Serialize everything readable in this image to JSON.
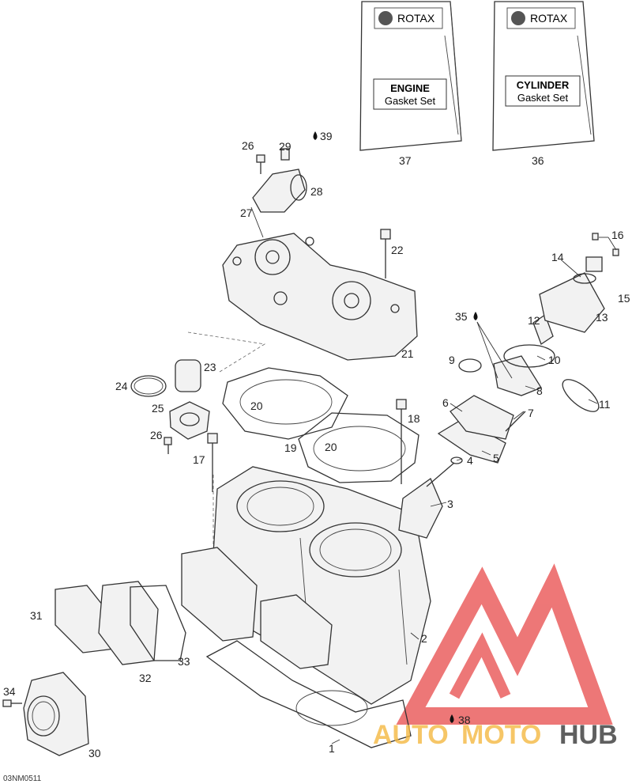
{
  "diagram_code": "03NM0511",
  "kits": [
    {
      "brand": "ROTAX",
      "title": "ENGINE",
      "subtitle": "Gasket Set",
      "callout": "37"
    },
    {
      "brand": "ROTAX",
      "title": "CYLINDER",
      "subtitle": "Gasket Set",
      "callout": "36"
    }
  ],
  "callouts": {
    "c1": "1",
    "c2": "2",
    "c3": "3",
    "c4": "4",
    "c5": "5",
    "c6": "6",
    "c7": "7",
    "c8": "8",
    "c9": "9",
    "c10": "10",
    "c11": "11",
    "c12": "12",
    "c13": "13",
    "c14": "14",
    "c15": "15",
    "c16": "16",
    "c17": "17",
    "c18": "18",
    "c19": "19",
    "c20a": "20",
    "c20b": "20",
    "c21": "21",
    "c22": "22",
    "c23": "23",
    "c24": "24",
    "c25": "25",
    "c26a": "26",
    "c26b": "26",
    "c27": "27",
    "c28": "28",
    "c29": "29",
    "c30": "30",
    "c31": "31",
    "c32": "32",
    "c33": "33",
    "c34": "34",
    "c35": "35",
    "c38": "38",
    "c39": "39"
  },
  "watermark": {
    "part1": "AUTO",
    "part2": "MOTO",
    "part3": "HUB",
    "color1": "#f4b942",
    "color2": "#444444",
    "logo_color": "#e84a4a"
  }
}
